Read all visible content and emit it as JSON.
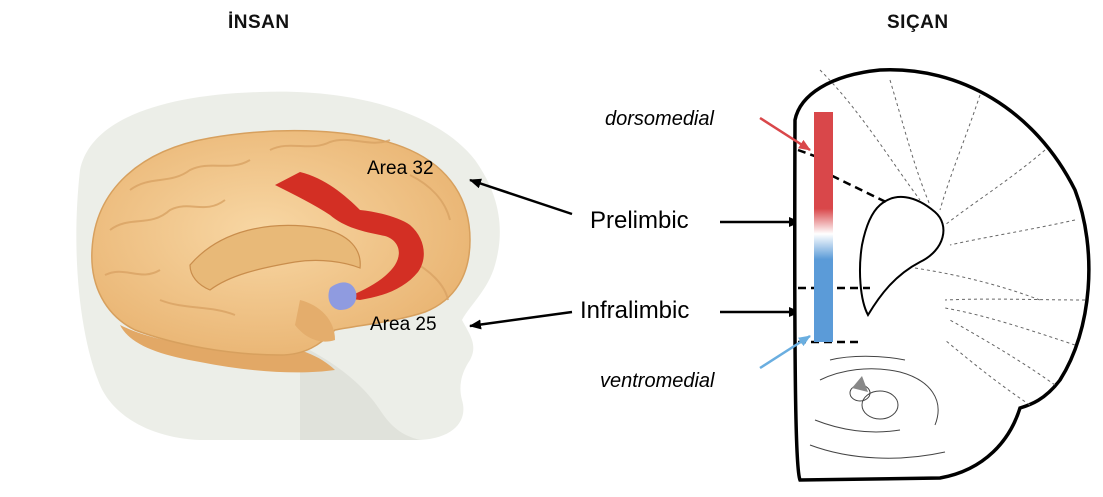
{
  "headers": {
    "human": "İNSAN",
    "rat": "SIÇAN"
  },
  "human_labels": {
    "area32": "Area 32",
    "area25": "Area 25"
  },
  "regions": {
    "prelimbic": "Prelimbic",
    "infralimbic": "Infralimbic"
  },
  "rat_labels": {
    "dorsomedial": "dorsomedial",
    "ventromedial": "ventromedial"
  },
  "colors": {
    "area32_fill": "#d32f24",
    "area25_fill": "#8f9be0",
    "dorsal_bar": "#d9474a",
    "ventral_bar": "#5b9bd8",
    "dorsomedial_arrow": "#d9474a",
    "ventromedial_arrow": "#6aaee0",
    "brain": "#f5c98d",
    "head": "#e6e8e0"
  }
}
